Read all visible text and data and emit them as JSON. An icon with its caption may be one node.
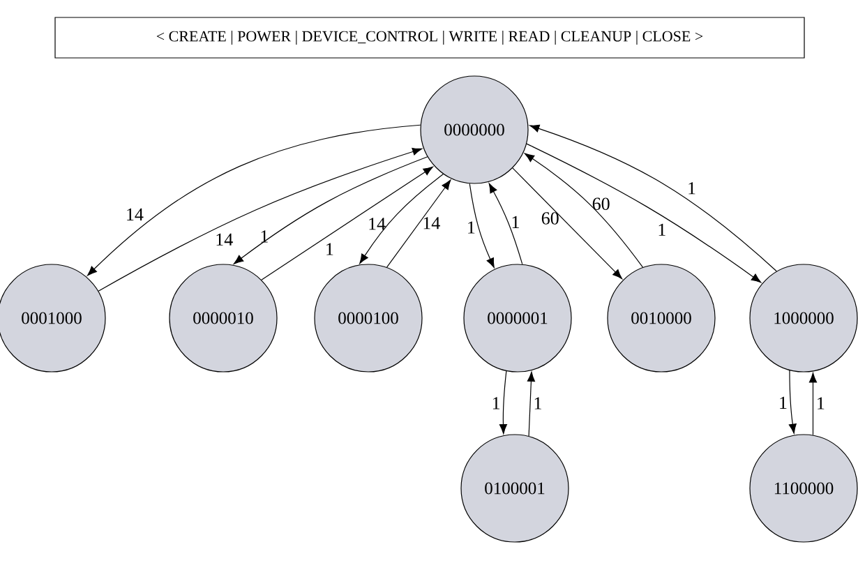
{
  "diagram": {
    "title": "< CREATE | POWER | DEVICE_CONTROL | WRITE | READ | CLEANUP | CLOSE >",
    "nodes": [
      {
        "text": [
          "0000000"
        ]
      },
      {
        "text": [
          "0001000"
        ]
      },
      {
        "text": [
          "0000010"
        ]
      },
      {
        "text": [
          "0000100"
        ]
      },
      {
        "text": [
          "0000001"
        ]
      },
      {
        "text": [
          "0010000"
        ]
      },
      {
        "text": [
          "1000000"
        ]
      },
      {
        "text": [
          "0100001"
        ]
      },
      {
        "text": [
          "1100000"
        ]
      }
    ],
    "edges": [
      {
        "from": 0,
        "to": 1,
        "arrow": "to",
        "label": "14"
      },
      {
        "from": 1,
        "to": 0,
        "arrow": "to",
        "label": "14"
      },
      {
        "from": 0,
        "to": 2,
        "arrow": "to",
        "label": "1"
      },
      {
        "from": 2,
        "to": 0,
        "arrow": "to",
        "label": "1"
      },
      {
        "from": 0,
        "to": 3,
        "arrow": "to",
        "label": "14"
      },
      {
        "from": 3,
        "to": 0,
        "arrow": "to",
        "label": "14"
      },
      {
        "from": 0,
        "to": 4,
        "arrow": "to",
        "label": "1"
      },
      {
        "from": 4,
        "to": 0,
        "arrow": "to",
        "label": "1"
      },
      {
        "from": 0,
        "to": 5,
        "arrow": "to",
        "label": "60"
      },
      {
        "from": 5,
        "to": 0,
        "arrow": "to",
        "label": "60"
      },
      {
        "from": 0,
        "to": 6,
        "arrow": "to",
        "label": "1"
      },
      {
        "from": 6,
        "to": 0,
        "arrow": "to",
        "label": "1"
      },
      {
        "from": 4,
        "to": 7,
        "arrow": "to",
        "label": "1"
      },
      {
        "from": 7,
        "to": 4,
        "arrow": "to",
        "label": "1"
      },
      {
        "from": 6,
        "to": 8,
        "arrow": "to",
        "label": "1"
      },
      {
        "from": 8,
        "to": 6,
        "arrow": "to",
        "label": "1"
      }
    ]
  }
}
